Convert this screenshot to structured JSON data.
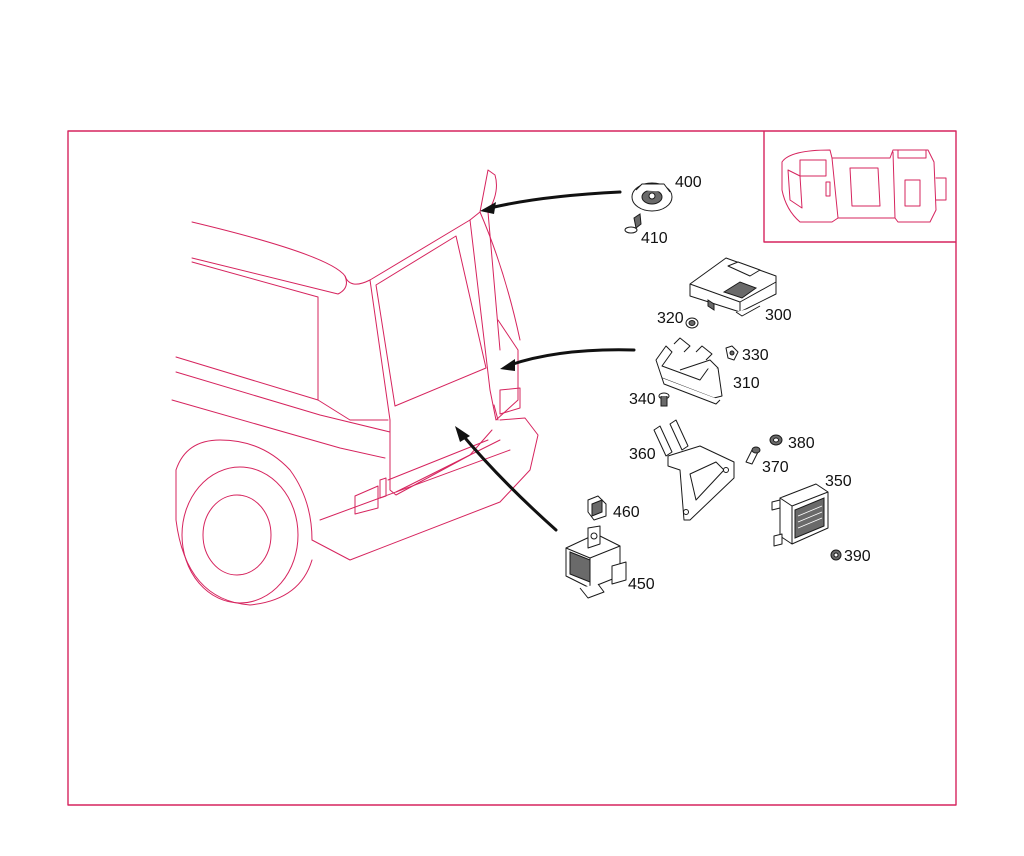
{
  "parts": [
    {
      "id": "p400",
      "label": "400"
    },
    {
      "id": "p410",
      "label": "410"
    },
    {
      "id": "p300",
      "label": "300"
    },
    {
      "id": "p320",
      "label": "320"
    },
    {
      "id": "p330",
      "label": "330"
    },
    {
      "id": "p310",
      "label": "310"
    },
    {
      "id": "p340",
      "label": "340"
    },
    {
      "id": "p380",
      "label": "380"
    },
    {
      "id": "p360",
      "label": "360"
    },
    {
      "id": "p370",
      "label": "370"
    },
    {
      "id": "p350",
      "label": "350"
    },
    {
      "id": "p460",
      "label": "460"
    },
    {
      "id": "p390",
      "label": "390"
    },
    {
      "id": "p450",
      "label": "450"
    }
  ],
  "colors": {
    "frame": "#c2185b",
    "vehicle_lines": "#d6245e",
    "parts": "#1a1a1a",
    "labels": "#111111"
  }
}
